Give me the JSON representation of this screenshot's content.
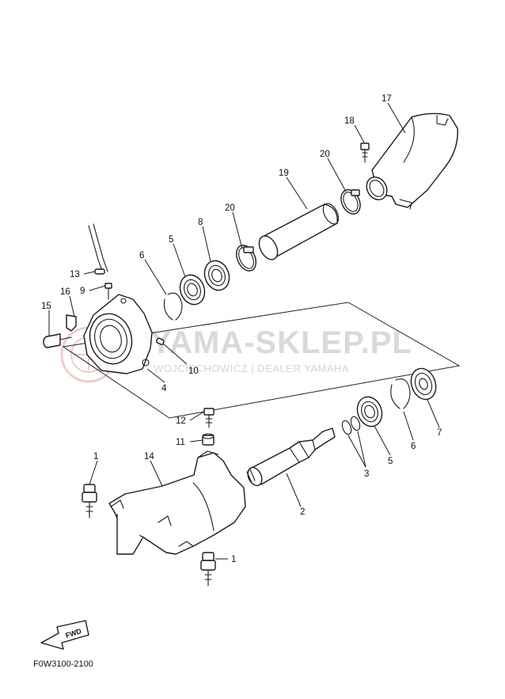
{
  "watermark": {
    "main": "YAMA-SKLEP.PL",
    "sub": "WOJCIECHOWICZ | DEALER YAMAHA",
    "logo_color": "#e8a0a0",
    "text_color": "#d9d9d9"
  },
  "diagram_code": "F0W3100-2100",
  "fwd_label": "FWD",
  "callouts": {
    "n1a": "1",
    "n1b": "1",
    "n2": "2",
    "n3": "3",
    "n4": "4",
    "n5a": "5",
    "n5b": "5",
    "n6a": "6",
    "n6b": "6",
    "n7": "7",
    "n8": "8",
    "n9": "9",
    "n10": "10",
    "n11": "11",
    "n12": "12",
    "n13": "13",
    "n14": "14",
    "n15": "15",
    "n16": "16",
    "n17": "17",
    "n18": "18",
    "n19": "19",
    "n20a": "20",
    "n20b": "20"
  }
}
